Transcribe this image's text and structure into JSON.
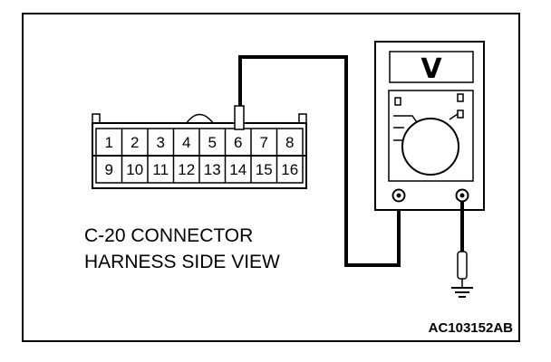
{
  "connector": {
    "top_row": [
      "1",
      "2",
      "3",
      "4",
      "5",
      "6",
      "7",
      "8"
    ],
    "bottom_row": [
      "9",
      "10",
      "11",
      "12",
      "13",
      "14",
      "15",
      "16"
    ]
  },
  "caption": {
    "line1": "C-20 CONNECTOR",
    "line2": "HARNESS SIDE VIEW"
  },
  "meter": {
    "unit_symbol": "V"
  },
  "figure_code": "AC103152AB"
}
